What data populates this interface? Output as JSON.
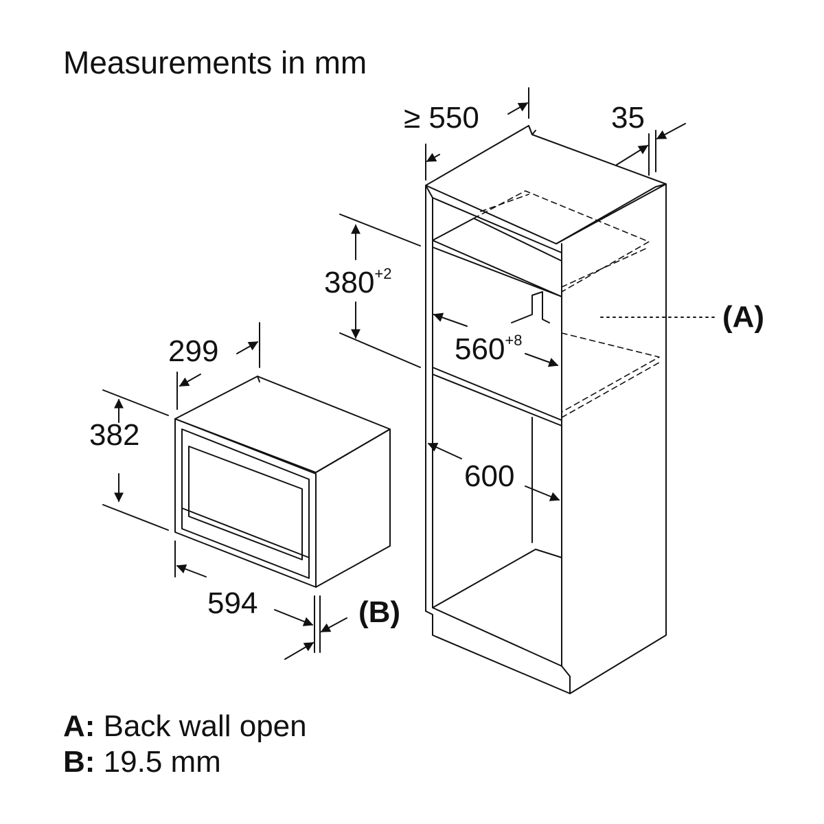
{
  "title": "Measurements in mm",
  "dimensions": {
    "cabinet_depth": "≥ 550",
    "cabinet_side_gap": "35",
    "niche_height": "380",
    "niche_height_tolerance": "+2",
    "niche_width": "560",
    "niche_width_tolerance": "+8",
    "cabinet_inner_width": "600",
    "appliance_depth": "299",
    "appliance_height": "382",
    "appliance_width": "594"
  },
  "markers": {
    "a": "(A)",
    "b": "(B)"
  },
  "legend": [
    {
      "key": "A:",
      "text": "Back wall open"
    },
    {
      "key": "B:",
      "text": "19.5 mm"
    }
  ]
}
